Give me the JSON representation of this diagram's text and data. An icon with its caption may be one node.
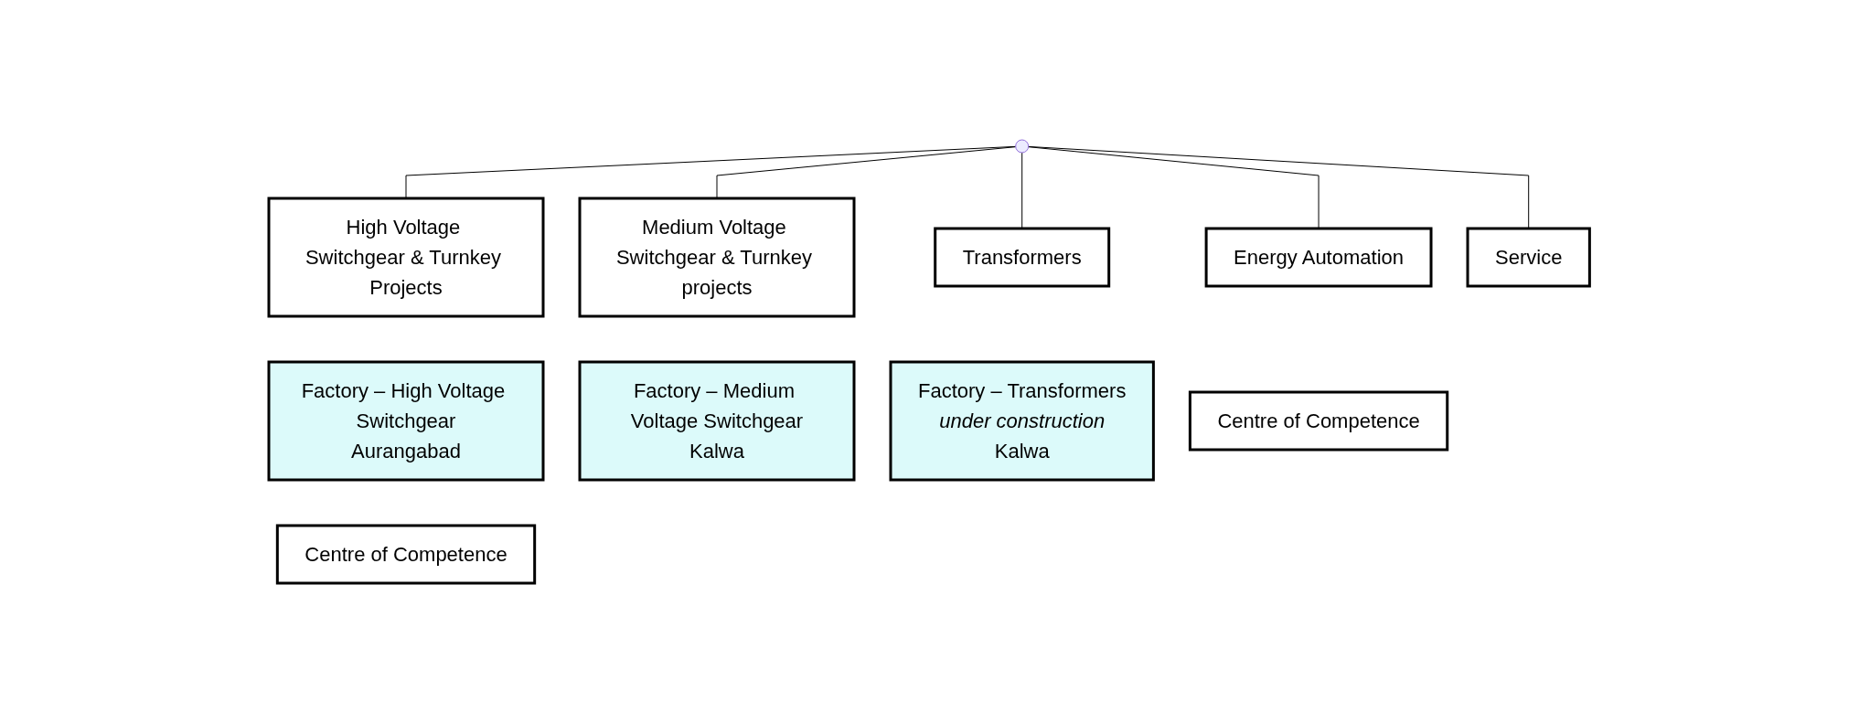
{
  "diagram": {
    "nodes": [
      {
        "text": [
          "High Voltage Switchgear & Turnkey Projects"
        ]
      },
      {
        "text": [
          "Medium Voltage Switchgear & Turnkey projects"
        ]
      },
      {
        "text": [
          "Transformers"
        ]
      },
      {
        "text": [
          "Energy Automation"
        ]
      },
      {
        "text": [
          "Service"
        ]
      },
      {
        "text": [
          "Factory – High Voltage Switchgear",
          "Aurangabad"
        ]
      },
      {
        "text": [
          "Centre of Competence"
        ]
      },
      {
        "text": [
          "Factory – Medium Voltage Switchgear",
          "Kalwa"
        ]
      },
      {
        "text": [
          "Factory – Transformers",
          "under construction",
          "Kalwa"
        ]
      },
      {
        "text": [
          "Centre of Competence"
        ]
      }
    ],
    "edges": [
      {
        "from": null,
        "to": 0,
        "arrow": "none"
      },
      {
        "from": null,
        "to": 1,
        "arrow": "none"
      },
      {
        "from": null,
        "to": 2,
        "arrow": "none"
      },
      {
        "from": null,
        "to": 3,
        "arrow": "none"
      },
      {
        "from": null,
        "to": 4,
        "arrow": "none"
      }
    ]
  }
}
